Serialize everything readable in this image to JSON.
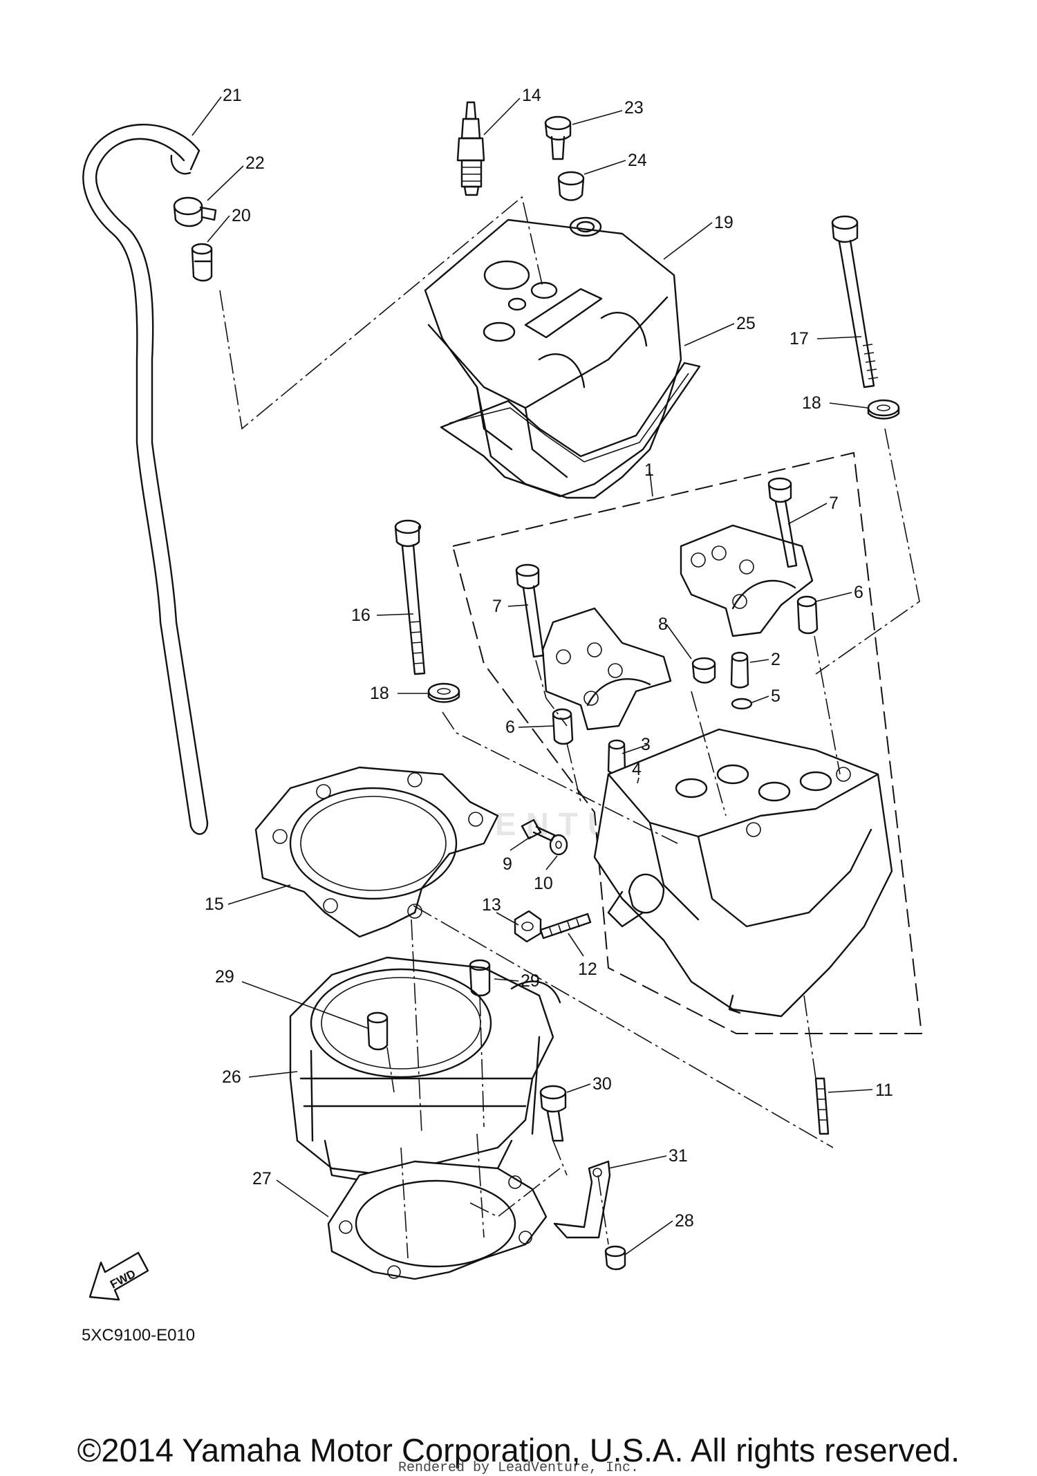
{
  "diagram": {
    "code": "5XC9100-E010",
    "fwd_badge": "FWD",
    "watermark": "LEADVENTURE",
    "callouts": [
      "21",
      "14",
      "23",
      "22",
      "24",
      "19",
      "20",
      "25",
      "17",
      "18",
      "1",
      "7",
      "16",
      "7",
      "6",
      "8",
      "2",
      "18",
      "5",
      "6",
      "3",
      "4",
      "9",
      "10",
      "15",
      "13",
      "12",
      "29",
      "29",
      "26",
      "30",
      "11",
      "31",
      "27",
      "28"
    ]
  },
  "footer": {
    "copyright": "©2014 Yamaha Motor Corporation, U.S.A. All rights reserved.",
    "rendered_by": "Rendered by LeadVenture, Inc."
  }
}
